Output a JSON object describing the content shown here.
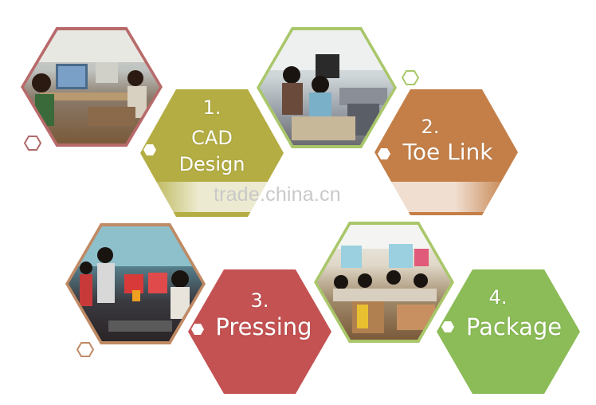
{
  "steps": [
    {
      "number": "1.",
      "title_line1": "CAD",
      "title_line2": "Design",
      "photo": "office-cad-workers-photo"
    },
    {
      "number": "2.",
      "title_line1": "Toe Link",
      "photo": "toe-linking-machines-photo"
    },
    {
      "number": "3.",
      "title_line1": "Pressing",
      "photo": "pressing-machines-photo"
    },
    {
      "number": "4.",
      "title_line1": "Package",
      "photo": "packing-room-photo"
    }
  ],
  "colors": {
    "olive": "#b4ad43",
    "brown": "#c47f48",
    "red": "#c45252",
    "green": "#8bbc57",
    "outline_red": "#b06a6a",
    "outline_green": "#a9c76a",
    "outline_brown": "#c08a64"
  },
  "watermark": {
    "text": "trade.china.cn"
  }
}
